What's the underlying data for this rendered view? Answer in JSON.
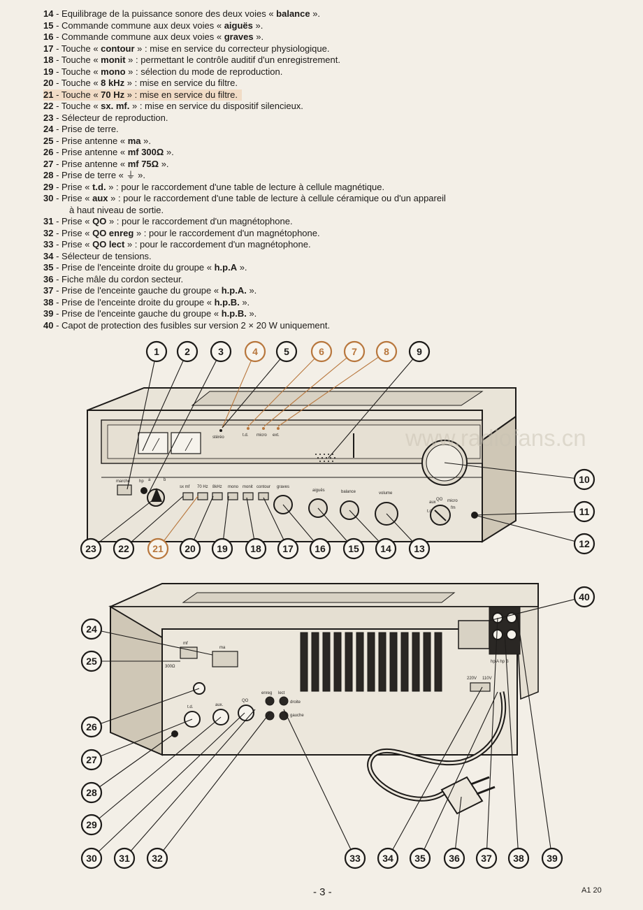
{
  "legend": [
    {
      "num": "14",
      "parts": [
        " - Equilibrage de la puissance sonore des deux voies « ",
        {
          "b": "balance"
        },
        " »."
      ]
    },
    {
      "num": "15",
      "parts": [
        " - Commande commune aux deux voies « ",
        {
          "b": "aiguës"
        },
        " »."
      ]
    },
    {
      "num": "16",
      "parts": [
        " - Commande commune aux deux voies « ",
        {
          "b": "graves"
        },
        " »."
      ]
    },
    {
      "num": "17",
      "parts": [
        " - Touche « ",
        {
          "b": "contour"
        },
        " » : mise en service du correcteur physiologique."
      ]
    },
    {
      "num": "18",
      "parts": [
        " - Touche « ",
        {
          "b": "monit"
        },
        " » : permettant le contrôle auditif d'un enregistrement."
      ]
    },
    {
      "num": "19",
      "parts": [
        " - Touche « ",
        {
          "b": "mono"
        },
        " » : sélection du mode de reproduction."
      ]
    },
    {
      "num": "20",
      "parts": [
        " - Touche « ",
        {
          "b": "8 kHz"
        },
        " » : mise en service du filtre."
      ]
    },
    {
      "num": "21",
      "highlight": true,
      "parts": [
        " - Touche « ",
        {
          "b": "70 Hz"
        },
        " » : mise en service du filtre."
      ]
    },
    {
      "num": "22",
      "parts": [
        " - Touche « ",
        {
          "b": "sx. mf."
        },
        " » : mise en service du dispositif silencieux."
      ]
    },
    {
      "num": "23",
      "parts": [
        " - Sélecteur de reproduction."
      ]
    },
    {
      "num": "24",
      "parts": [
        " - Prise de terre."
      ]
    },
    {
      "num": "25",
      "parts": [
        " - Prise antenne « ",
        {
          "b": "ma"
        },
        " »."
      ]
    },
    {
      "num": "26",
      "parts": [
        " - Prise antenne « ",
        {
          "b": "mf 300Ω"
        },
        " »."
      ]
    },
    {
      "num": "27",
      "parts": [
        " - Prise antenne « ",
        {
          "b": "mf 75Ω"
        },
        " »."
      ]
    },
    {
      "num": "28",
      "parts": [
        " - Prise de terre « ⏚ »."
      ]
    },
    {
      "num": "29",
      "parts": [
        " - Prise « ",
        {
          "b": "t.d."
        },
        " » : pour le raccordement d'une table de lecture à cellule magnétique."
      ]
    },
    {
      "num": "30",
      "parts": [
        " - Prise « ",
        {
          "b": "aux"
        },
        " » : pour le raccordement d'une table de lecture à cellule céramique ou d'un appareil"
      ]
    },
    {
      "num": "",
      "cont": true,
      "parts": [
        "à haut niveau de sortie."
      ]
    },
    {
      "num": "31",
      "parts": [
        " - Prise « ",
        {
          "b": "QO"
        },
        " » : pour le raccordement d'un magnétophone."
      ]
    },
    {
      "num": "32",
      "parts": [
        " - Prise « ",
        {
          "b": "QO enreg"
        },
        " » : pour le raccordement d'un magnétophone."
      ]
    },
    {
      "num": "33",
      "parts": [
        " - Prise « ",
        {
          "b": "QO lect"
        },
        " » : pour le raccordement d'un magnétophone."
      ]
    },
    {
      "num": "34",
      "parts": [
        " - Sélecteur de tensions."
      ]
    },
    {
      "num": "35",
      "parts": [
        " - Prise de l'enceinte droite du groupe « ",
        {
          "b": "h.p.A"
        },
        " »."
      ]
    },
    {
      "num": "36",
      "parts": [
        " - Fiche mâle du cordon secteur."
      ]
    },
    {
      "num": "37",
      "parts": [
        " - Prise de l'enceinte gauche du groupe « ",
        {
          "b": "h.p.A."
        },
        " »."
      ]
    },
    {
      "num": "38",
      "parts": [
        " - Prise de l'enceinte droite du groupe « ",
        {
          "b": "h.p.B."
        },
        " »."
      ]
    },
    {
      "num": "39",
      "parts": [
        " - Prise de l'enceinte gauche du groupe « ",
        {
          "b": "h.p.B."
        },
        " »."
      ]
    },
    {
      "num": "40",
      "parts": [
        " - Capot de protection des fusibles sur version 2 × 20 W uniquement."
      ]
    }
  ],
  "front_callouts": {
    "top": [
      "1",
      "2",
      "3",
      "4",
      "5",
      "6",
      "7",
      "8",
      "9"
    ],
    "right": [
      "10",
      "11",
      "12"
    ],
    "bottom": [
      "23",
      "22",
      "21",
      "20",
      "19",
      "18",
      "17",
      "16",
      "15",
      "14",
      "13"
    ],
    "orange": [
      "4",
      "6",
      "7",
      "8",
      "21"
    ]
  },
  "rear_callouts": {
    "left": [
      "24",
      "25",
      "26",
      "27",
      "28",
      "29"
    ],
    "bottom": [
      "30",
      "31",
      "32",
      "33",
      "34",
      "35",
      "36",
      "37",
      "38",
      "39"
    ],
    "right": [
      "40"
    ]
  },
  "front_labels": {
    "stereo": "stéréo",
    "td": "t.d.",
    "micro": "micro",
    "ext": "ext.",
    "marche": "marche",
    "sx_mf": "sx mf",
    "hz70": "70 Hz",
    "khz8": "8kHz",
    "mono": "mono",
    "monit": "monit",
    "contour": "contour",
    "graves": "graves",
    "aigues": "aiguës",
    "balance": "balance",
    "volume": "volume",
    "aux": "aux",
    "td2": "t.d",
    "QO": "QO",
    "micro2": "micro",
    "fm": "fm",
    "hp": "hp",
    "a": "a",
    "b": "b"
  },
  "rear_labels": {
    "mf": "mf",
    "ma": "ma",
    "ant": "300Ω",
    "td": "t.d.",
    "aux": "aux.",
    "qo": "QO",
    "enreg": "enreg",
    "lect": "lect",
    "droite": "droite",
    "gauche": "gauche",
    "v220": "220V",
    "v110": "110V",
    "hpa": "hp A  hp B"
  },
  "watermark": "www.radiofans.cn",
  "page_number": "- 3 -",
  "ref_code": "A1 20"
}
